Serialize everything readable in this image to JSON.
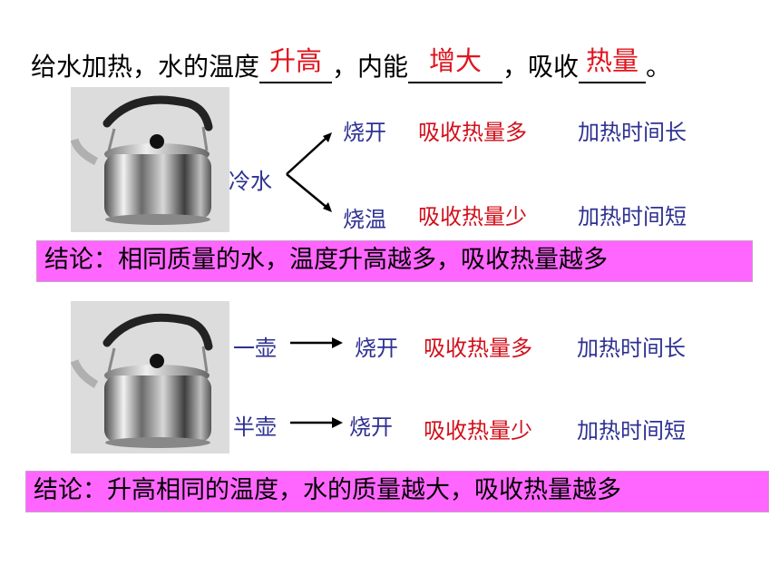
{
  "title": {
    "part1": "给水加热，水的温度",
    "fill1": "升高",
    "part2": "，内能",
    "fill2": "增大",
    "part3": "，吸收",
    "fill3": "热量",
    "part4": "。"
  },
  "section1": {
    "source_label": "冷水",
    "rows": [
      {
        "action": "烧开",
        "result": "吸收热量多",
        "time": "加热时间长"
      },
      {
        "action": "烧温",
        "result": "吸收热量少",
        "time": "加热时间短"
      }
    ],
    "conclusion": "结论：相同质量的水，温度升高越多，吸收热量越多"
  },
  "section2": {
    "rows": [
      {
        "amount": "一壶",
        "action": "烧开",
        "result": "吸收热量多",
        "time": "加热时间长"
      },
      {
        "amount": "半壶",
        "action": "烧开",
        "result": "吸收热量少",
        "time": "加热时间短"
      }
    ],
    "conclusion": "结论：升高相同的温度，水的质量越大，吸收热量越多"
  },
  "colors": {
    "fill_text": "#e0141e",
    "blue_text": "#2e3192",
    "red_text": "#d1101b",
    "conclusion_bg": "#ff66ff"
  },
  "icons": [
    "kettle-image",
    "kettle-image",
    "branch-arrow-icon",
    "arrow-icon",
    "arrow-icon"
  ]
}
